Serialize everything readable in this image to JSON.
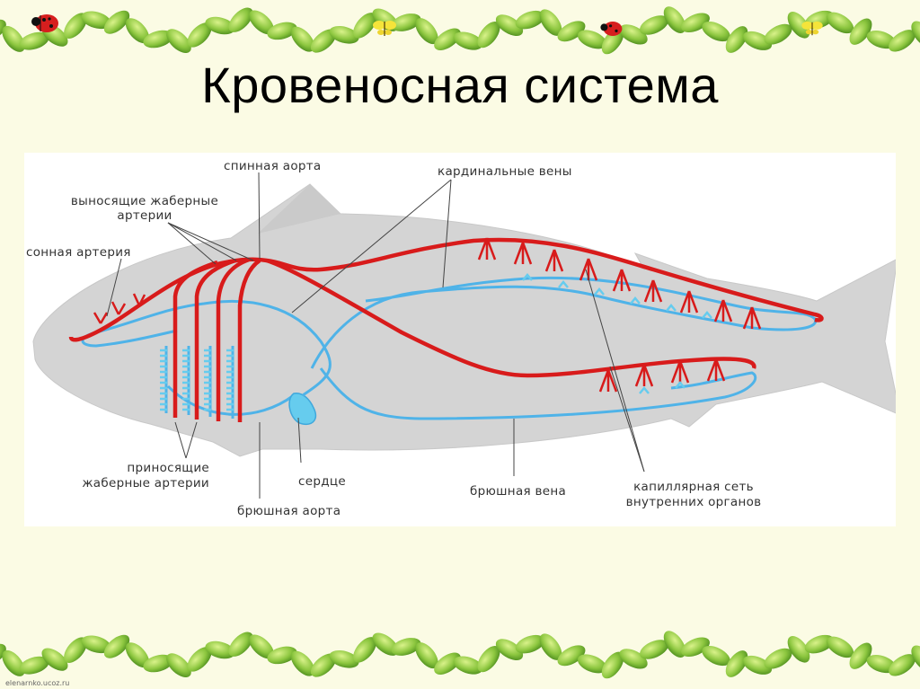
{
  "slide": {
    "title": "Кровеносная система",
    "credit": "elenarnko.ucoz.ru"
  },
  "colors": {
    "background": "#fbfbe4",
    "leaf": "#8cc63f",
    "fish_body": "#d4d4d4",
    "artery": "#d81b1b",
    "vein": "#4fb3e8",
    "heart": "#66ccee"
  },
  "icons": [
    "ladybug-icon",
    "butterfly-icon",
    "leaf-garland"
  ],
  "diagram": {
    "labels": {
      "dorsal_aorta": "спинная аорта",
      "efferent_gill_arteries_line1": "выносящие жаберные",
      "efferent_gill_arteries_line2": "артерии",
      "carotid_artery": "сонная артерия",
      "cardinal_veins": "кардинальные вены",
      "afferent_gill_arteries_line1": "приносящие",
      "afferent_gill_arteries_line2": "жаберные артерии",
      "heart": "сердце",
      "ventral_aorta": "брюшная аорта",
      "abdominal_vein": "брюшная вена",
      "capillary_network_line1": "капиллярная сеть",
      "capillary_network_line2": "внутренних органов"
    }
  }
}
